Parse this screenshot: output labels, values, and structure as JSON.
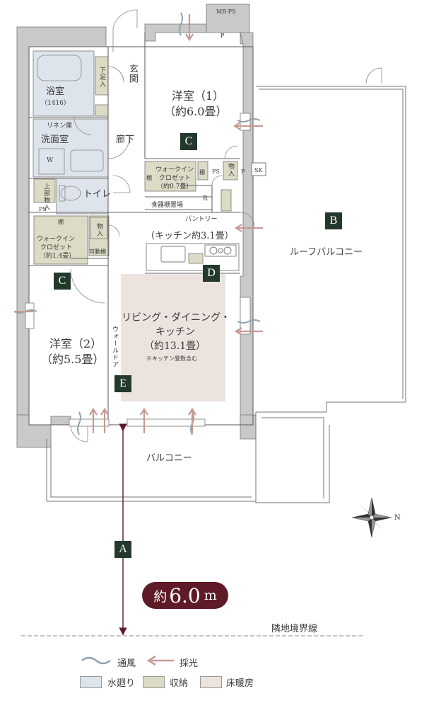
{
  "rooms": {
    "bath": "浴室",
    "bath_size": "（1416）",
    "washroom": "洗面室",
    "entrance": "玄関",
    "hallway": "廊下",
    "toilet": "トイレ",
    "western1": "洋室（1）",
    "western1_size": "（約6.0畳）",
    "western2": "洋室（2）",
    "western2_size": "（約5.5畳）",
    "wic_small_1": "ウォークイン",
    "wic_small_2": "クロゼット",
    "wic_small_3": "（約0.7畳）",
    "wic_large_1": "ウォークイン",
    "wic_large_2": "クロゼット",
    "wic_large_3": "（約1.4畳）",
    "kitchen": "（キッチン約3.1畳）",
    "ldk_1": "リビング・ダイニング・",
    "ldk_2": "キッチン",
    "ldk_3": "（約13.1畳）",
    "ldk_note": "※キッチン畳数含む",
    "roof_balcony": "ルーフバルコニー",
    "balcony": "バルコニー",
    "dish_shelf": "食器棚置場",
    "pantry": "パントリー",
    "linen": "リネン庫"
  },
  "small_labels": {
    "mbps": "MB·PS",
    "p1": "P",
    "p2": "P",
    "sk": "SK",
    "ps1": "PS",
    "ps2": "PS",
    "r": "R",
    "w": "W",
    "tana1": "棚",
    "tana2": "棚",
    "tana3": "棚",
    "movable_shelf": "可動棚",
    "shoe_box": "下足入",
    "storage1": "物入",
    "storage2": "物入",
    "upper_storage": "上部物入",
    "wall_door": "ウォールドア"
  },
  "markers": [
    "A",
    "B",
    "C",
    "C",
    "D",
    "E"
  ],
  "distance": {
    "prefix": "約",
    "value": "6.0",
    "unit": "m"
  },
  "boundary": "隣地境界線",
  "legend": {
    "ventilation": "通風",
    "daylight": "採光",
    "wet_area": "水廻り",
    "storage": "収納",
    "floor_heating": "床暖房"
  },
  "colors": {
    "wet_area": "#dde4ec",
    "storage": "#dcdbc6",
    "floor_heating": "#ece3df",
    "marker": "#23392c",
    "distance_pill": "#5e1a27",
    "ventilation": "#7f97a8",
    "daylight": "#c79a95"
  },
  "compass": "N"
}
